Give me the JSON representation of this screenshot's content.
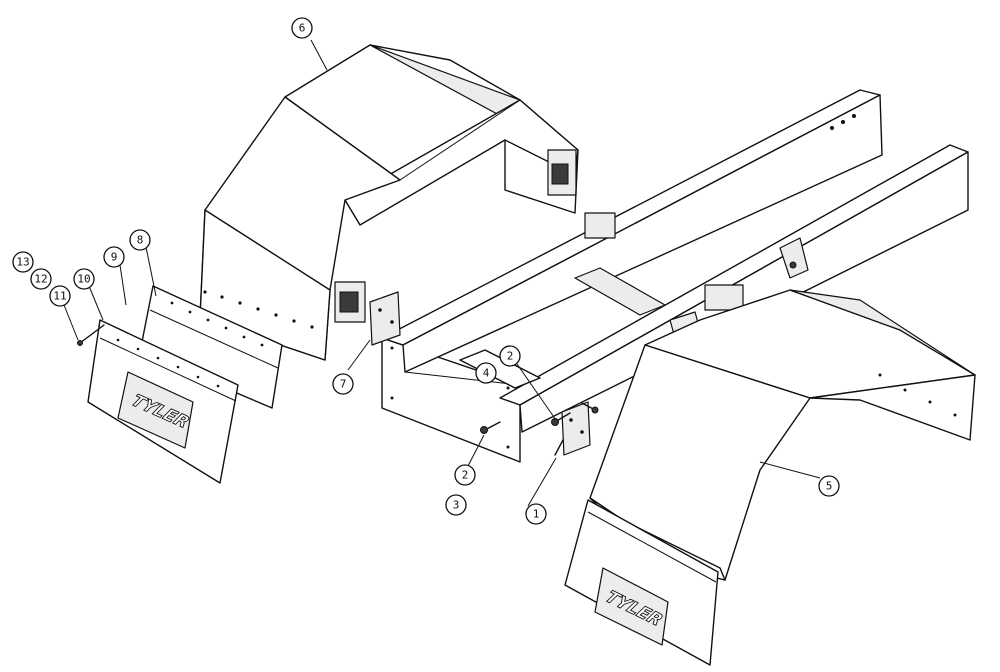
{
  "diagram": {
    "callouts": [
      {
        "label": "1"
      },
      {
        "label": "2"
      },
      {
        "label": "2"
      },
      {
        "label": "3"
      },
      {
        "label": "4"
      },
      {
        "label": "5"
      },
      {
        "label": "6"
      },
      {
        "label": "7"
      },
      {
        "label": "8"
      },
      {
        "label": "9"
      },
      {
        "label": "10"
      },
      {
        "label": "11"
      },
      {
        "label": "12"
      },
      {
        "label": "13"
      }
    ],
    "mudflap_logo": "TYLER",
    "icons": [
      "fender-icon",
      "mudflap-icon",
      "frame-rail-icon",
      "bracket-icon",
      "bolt-icon"
    ]
  }
}
